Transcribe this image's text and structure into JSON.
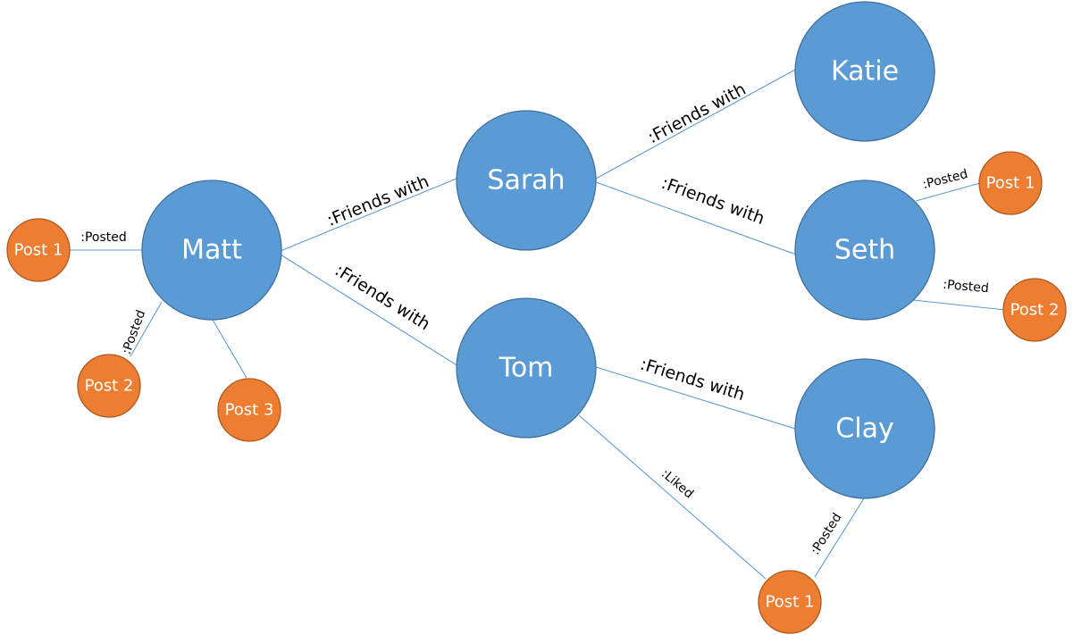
{
  "colors": {
    "person_fill": "#5b9bd5",
    "person_stroke": "#41719c",
    "post_fill": "#ed7d31",
    "post_stroke": "#ae5a21",
    "edge": "#5b9bd5"
  },
  "people": {
    "matt": "Matt",
    "sarah": "Sarah",
    "tom": "Tom",
    "katie": "Katie",
    "seth": "Seth",
    "clay": "Clay"
  },
  "posts": {
    "matt_post1": "Post 1",
    "matt_post2": "Post 2",
    "matt_post3": "Post 3",
    "seth_post1": "Post 1",
    "seth_post2": "Post 2",
    "clay_post1": "Post 1"
  },
  "relations": {
    "friends_with": ":Friends with",
    "posted": ":Posted",
    "liked": ":Liked"
  }
}
